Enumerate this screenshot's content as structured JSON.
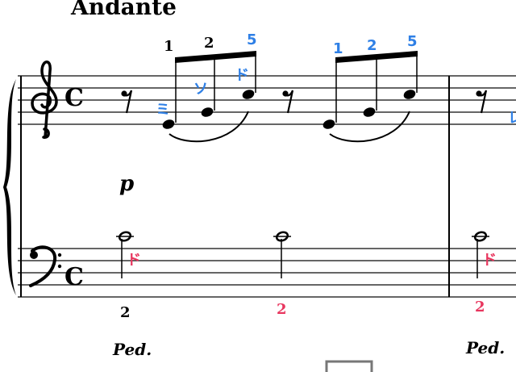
{
  "tempo": "Andante",
  "dynamic": "p",
  "time_signature": {
    "treble": "C",
    "bass": "C"
  },
  "treble": {
    "group1": {
      "fingerings": [
        "1",
        "2",
        "5"
      ],
      "labels": [
        "ミ",
        "ソ",
        "ド"
      ]
    },
    "group2": {
      "fingerings": [
        "1",
        "2",
        "5"
      ]
    },
    "next_label_partial": "レ"
  },
  "bass": {
    "labels": [
      "ド",
      "ド"
    ],
    "fingerings": [
      "2",
      "2",
      "2"
    ]
  },
  "pedal": [
    "Ped.",
    "Ped."
  ],
  "colors": {
    "blue": "#2f80e6",
    "red": "#e8365e",
    "ink": "#000000"
  }
}
